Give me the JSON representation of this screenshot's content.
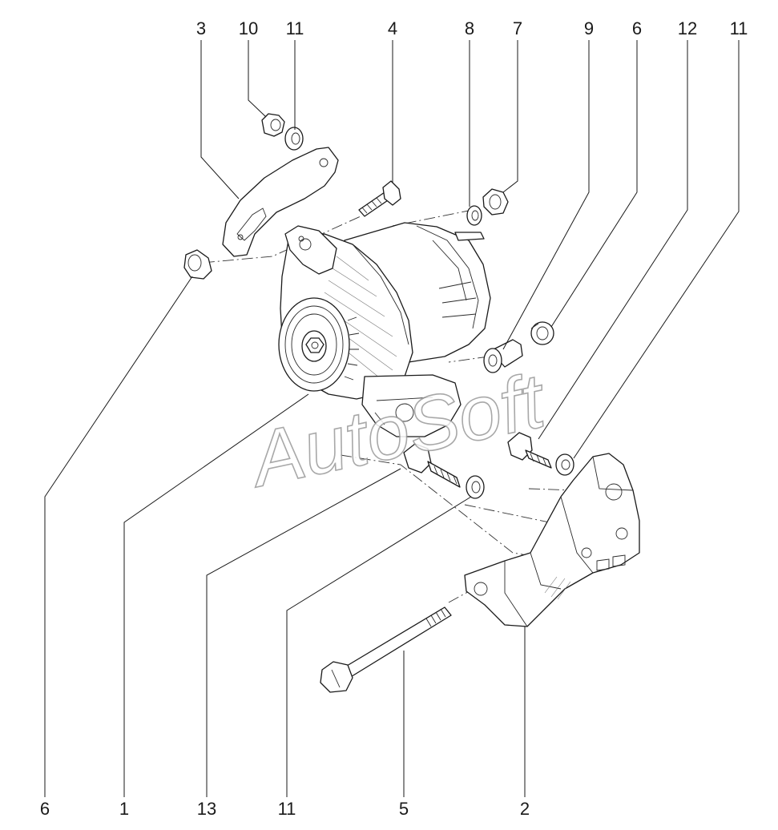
{
  "diagram": {
    "callouts_top": [
      "3",
      "10",
      "11",
      "4",
      "8",
      "7",
      "9",
      "6",
      "12",
      "11"
    ],
    "callouts_bottom": [
      "6",
      "1",
      "13",
      "11",
      "5",
      "2"
    ]
  },
  "watermark": {
    "text": "AutoSoft"
  }
}
